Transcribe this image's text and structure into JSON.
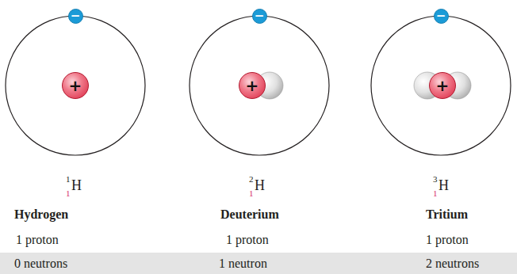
{
  "diagram": {
    "nodes": [
      {
        "text": [
          "−"
        ]
      },
      {
        "text": [
          "+"
        ]
      },
      {
        "text": [
          "−"
        ]
      },
      {
        "text": [
          "+"
        ]
      },
      {
        "text": [
          "−"
        ]
      },
      {
        "text": [
          "+"
        ]
      }
    ],
    "labels": [
      "1",
      "1",
      "H",
      "2",
      "1",
      "H",
      "3",
      "1",
      "H",
      "Hydrogen",
      "Deuterium",
      "Tritium",
      "1 proton",
      "1 proton",
      "1 proton",
      "0 neutrons",
      "1 neutron",
      "2 neutrons"
    ]
  }
}
